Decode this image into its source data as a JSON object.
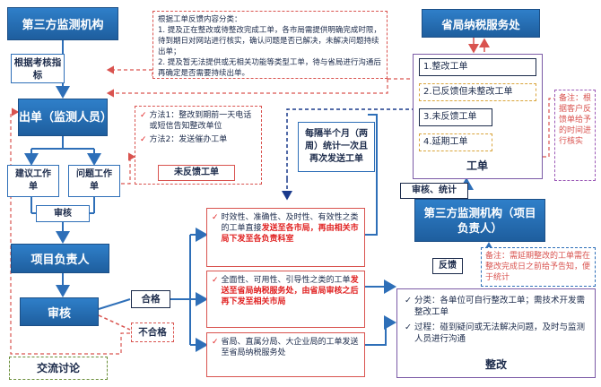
{
  "third_party_org": "第三方监测机构",
  "basis_label": "根据考核指标",
  "issue_inspector": "出单（监测人员）",
  "suggestion_ticket": "建议工作单",
  "problem_ticket": "问题工作单",
  "review_label_1": "审核",
  "project_leader": "项目负责人",
  "review_label_2": "审核",
  "pass_label": "合格",
  "fail_label": "不合格",
  "discussion_label": "交流讨论",
  "top_note": [
    "根据工单反馈内容分类：",
    "1. 提及正在整改或待整改完成工单，各市局需提供明确完成时限，待到期日对网站进行核实，确认问题是否已解决，未解决问题持续出单；",
    "2. 提及暂无法提供或无相关功能等类型工单，待与省局进行沟通后再确定是否需要持续出单。"
  ],
  "method_note": [
    "方法1：整改到期前一天电话或短信告知整改单位",
    "方法2：发送催办工单"
  ],
  "no_feedback_ticket": "未反馈工单",
  "half_month_note": "每隔半个月（两周）统计一次且再次发送工单",
  "dispatch_items": [
    {
      "plain": "时效性、准确性、及时性、有效性之类的工单直接",
      "red": "发送至各市局，再由相关市局下发至各负责科室"
    },
    {
      "plain": "全面性、可用性、引导性之类的工单",
      "red": "发送至省局纳税服务处，由省局审核之后再下发至相关市局"
    },
    {
      "plain": "省局、直属分局、大企业局的工单发送至省局纳税服务处",
      "red": ""
    }
  ],
  "provincial_office": "省局纳税服务处",
  "ticket_list": [
    "1.整改工单",
    "2.已反馈但未整改工单",
    "3.未反馈工单",
    "4.延期工单"
  ],
  "ticket_label": "工单",
  "remark_right": "备注：根据客户反馈单给予的时间进行核实",
  "review_stats_label": "审核、统计",
  "third_party_leader": "第三方监测机构（项目负责人）",
  "remark_delay": "备注：需延期整改的工单需在整改完成日之前给予告知，便于统计",
  "feedback_label": "反馈",
  "rectify_items": [
    "分类：各单位可自行整改工单；需技术开发需整改工单",
    "过程：碰到疑问或无法解决问题，及时与监测人员进行沟通"
  ],
  "rectify_label": "整改",
  "colors": {
    "blue": "#2f7fc9",
    "arrow_blue": "#2e6fb8",
    "red_dash": "#d9534f",
    "purple": "#7b5aa6"
  }
}
